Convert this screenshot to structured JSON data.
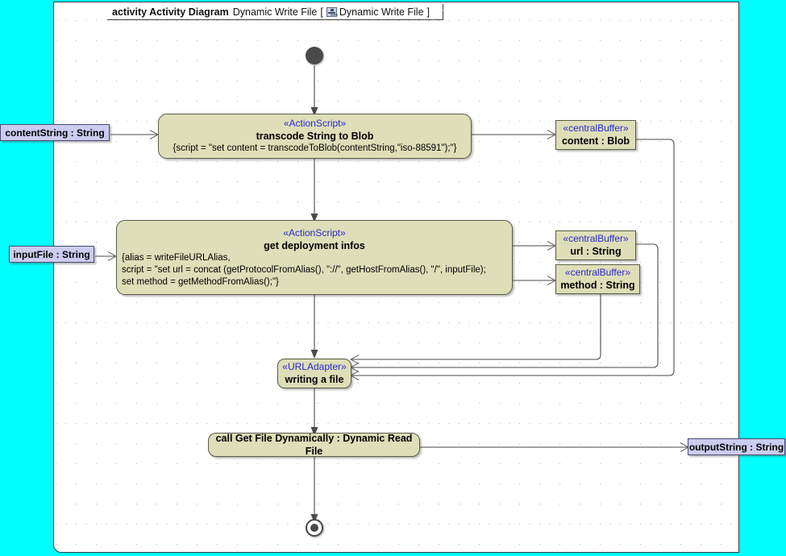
{
  "frame": {
    "keyword": "activity Activity Diagram",
    "name": "Dynamic Write File",
    "bracket_open": "[",
    "icon": "activity-diagram-icon",
    "tab_name": "Dynamic Write File",
    "bracket_close": "]"
  },
  "colors": {
    "canvas": "#00ffff",
    "frame_bg": "#ffffff",
    "action_fill": "#dedeb8",
    "action_border": "#5a5a48",
    "pin_fill": "#ccccf0",
    "pin_border": "#4a4a70",
    "stereotype_text": "#2a2ad0",
    "edge": "#4a4a4a",
    "control_node": "#4a4a4a"
  },
  "nodes": {
    "initial": {
      "name": "initial-node"
    },
    "final": {
      "name": "activity-final-node"
    },
    "transcode": {
      "stereotype": "«ActionScript»",
      "name": "transcode String to Blob",
      "script": "{script = \"set content = transcodeToBlob(contentString,\"iso-88591\");\"}"
    },
    "deployment": {
      "stereotype": "«ActionScript»",
      "name": "get deployment infos",
      "script_lines": [
        "{alias = writeFileURLAlias,",
        "script = \"set url = concat (getProtocolFromAlias(), \"://\", getHostFromAlias(), \"/\", inputFile);",
        "set method = getMethodFromAlias();\"}"
      ]
    },
    "url_adapter": {
      "stereotype": "«URLAdapter»",
      "name": "writing a file"
    },
    "call_action": {
      "name": "call Get File Dynamically : Dynamic Read File"
    }
  },
  "buffers": [
    {
      "stereotype": "«centralBuffer»",
      "name": "content : Blob"
    },
    {
      "stereotype": "«centralBuffer»",
      "name": "url : String"
    },
    {
      "stereotype": "«centralBuffer»",
      "name": "method : String"
    }
  ],
  "pins": {
    "content_string": "contentString : String",
    "input_file": "inputFile : String",
    "output_string": "outputString : String"
  }
}
